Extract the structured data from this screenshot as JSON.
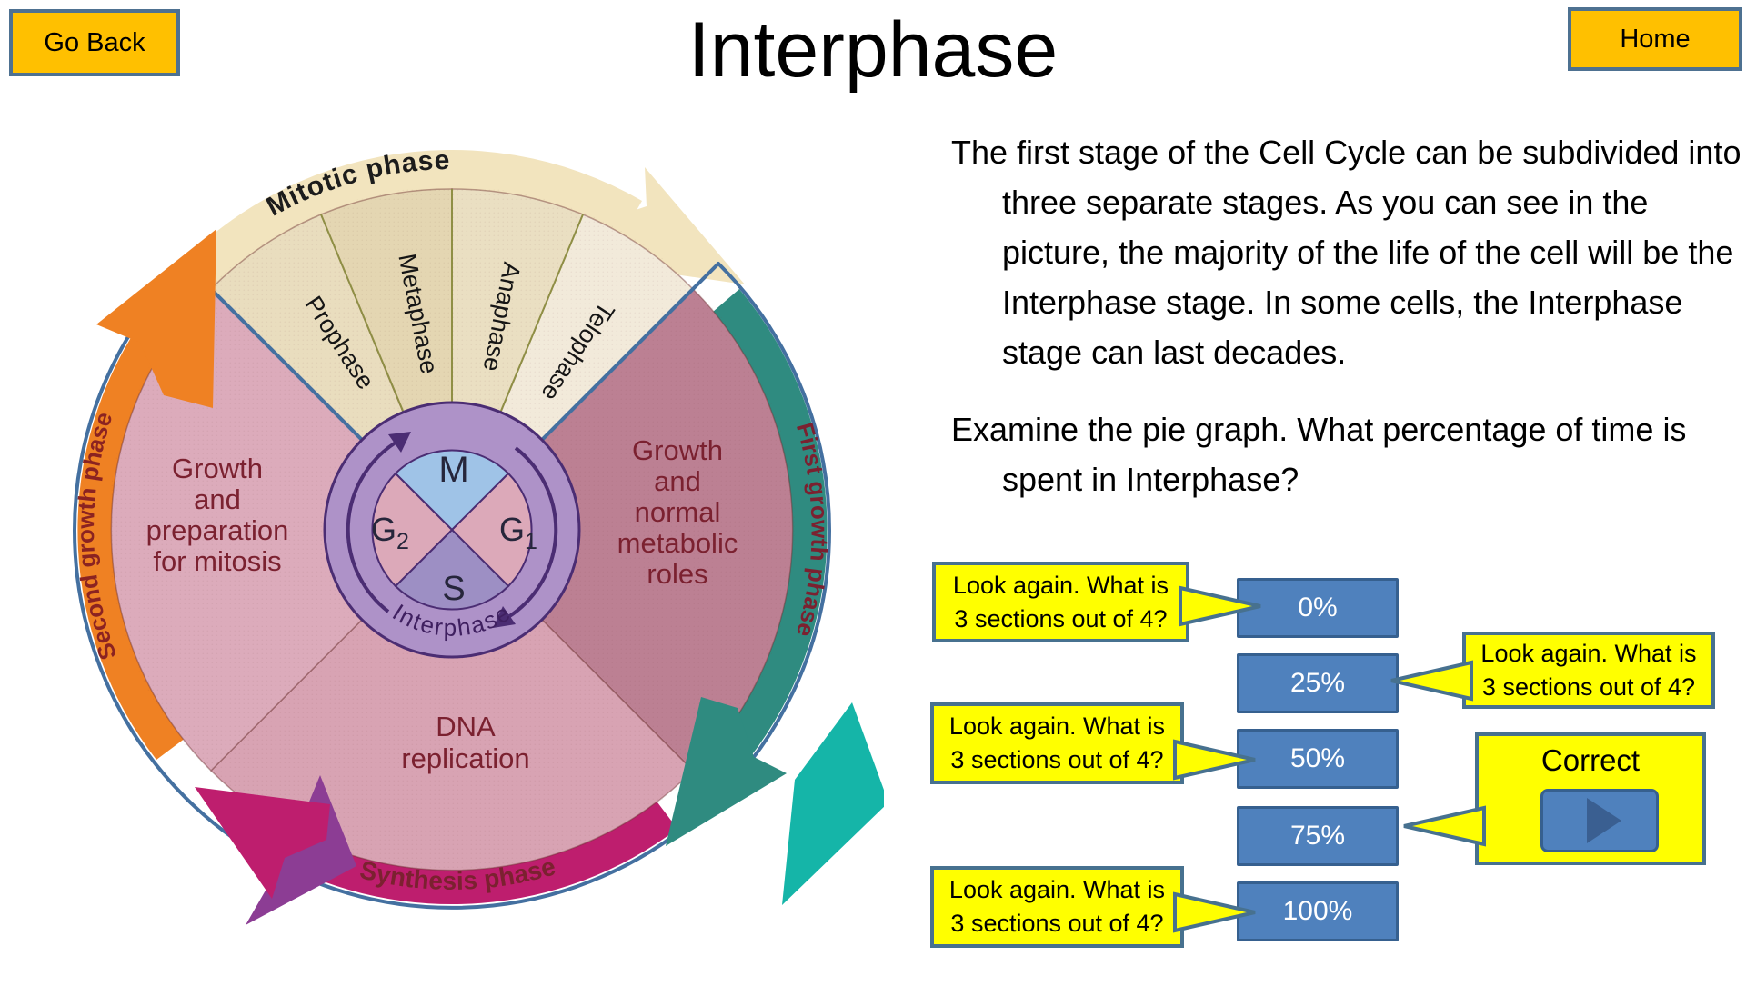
{
  "header": {
    "go_back_label": "Go Back",
    "home_label": "Home",
    "title": "Interphase"
  },
  "content": {
    "paragraph1": "The first stage of the Cell Cycle can be subdivided into three separate stages. As you can see in the picture, the majority of the life of the cell will be the Interphase stage. In some cells, the Interphase stage can last decades.",
    "paragraph2": "Examine the pie graph. What percentage of time is spent in Interphase?"
  },
  "quiz": {
    "options": [
      {
        "label": "0%",
        "feedback": [
          "Look again. What is",
          "3 sections out of 4?"
        ]
      },
      {
        "label": "25%",
        "feedback": [
          "Look again. What is",
          "3 sections out of 4?"
        ]
      },
      {
        "label": "50%",
        "feedback": [
          "Look again. What is",
          "3 sections out of 4?"
        ]
      },
      {
        "label": "75%",
        "feedback": "Correct"
      },
      {
        "label": "100%",
        "feedback": [
          "Look again. What is",
          "3 sections out of 4?"
        ]
      }
    ],
    "play_icon": "play-triangle"
  },
  "diagram": {
    "mitotic_phase": "Mitotic phase",
    "sub_phases": [
      "Prophase",
      "Metaphase",
      "Anaphase",
      "Telophase"
    ],
    "second_growth_phase": "Second growth phase",
    "first_growth_phase": "First growth phase",
    "synthesis_phase": "Synthesis phase",
    "interphase_ring": "Interphase",
    "core": {
      "m": "M",
      "g1_base": "G",
      "g1_sub": "1",
      "g2_base": "G",
      "g2_sub": "2",
      "s": "S"
    },
    "left_label": [
      "Growth",
      "and",
      "preparation",
      "for mitosis"
    ],
    "right_label": [
      "Growth",
      "and",
      "normal",
      "metabolic",
      "roles"
    ],
    "bottom_label": [
      "DNA",
      "replication"
    ]
  },
  "colors": {
    "nav_gold": "#FFC000",
    "button_blue": "#4F81BD",
    "button_border": "#36608F",
    "callout_yellow": "#FFFF00",
    "callout_border": "#47718F",
    "overlay_blue": "#4470A0",
    "orange_band": "#EF8123",
    "teal_band": "#2F8B80",
    "magenta_band": "#BE1E6E",
    "cream_band": "#F2E4BE"
  }
}
